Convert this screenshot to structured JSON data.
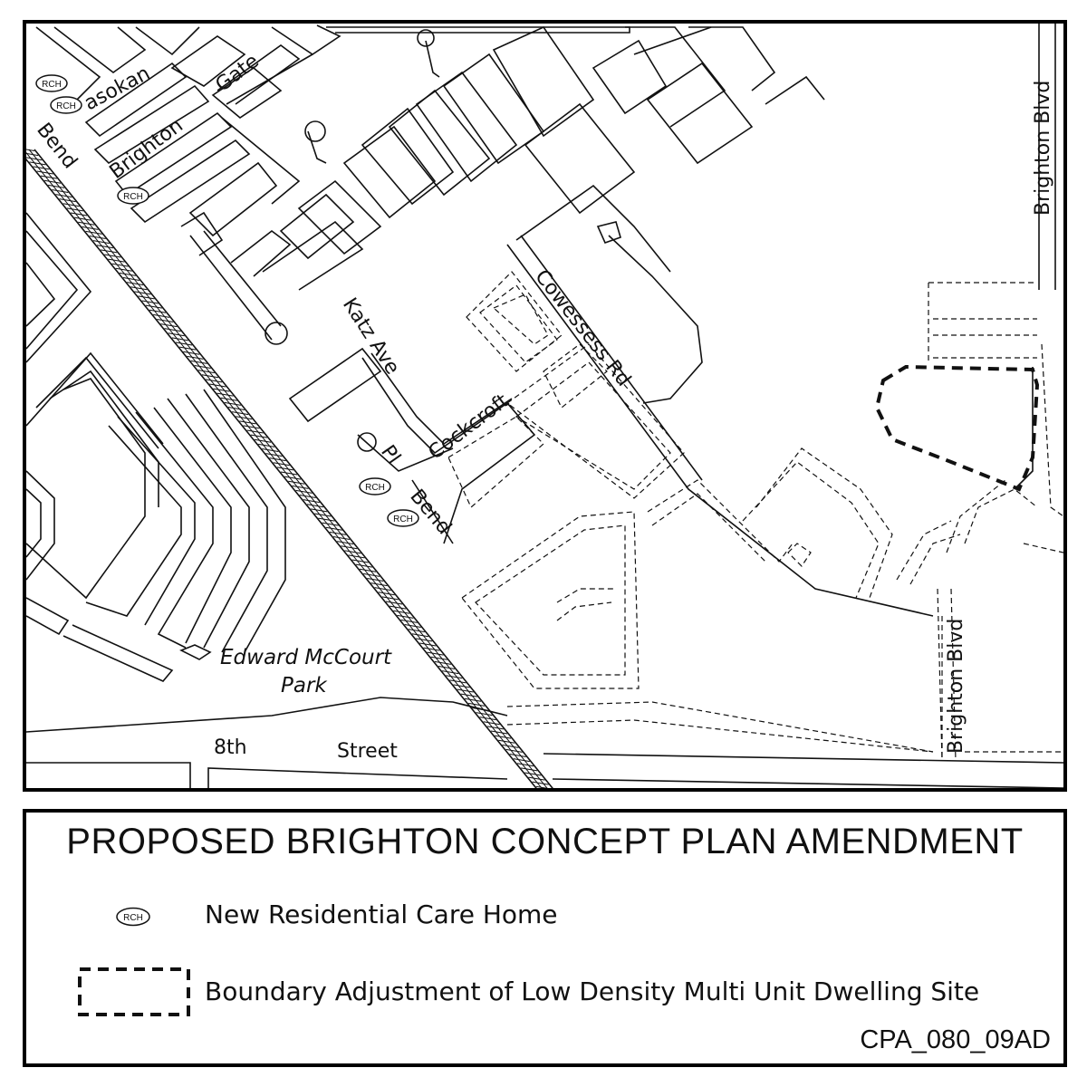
{
  "map": {
    "street_labels": {
      "asokan": "asokan",
      "gate": "Gate",
      "bend_top": "Bend",
      "brighton_top": "Brighton",
      "katz_ave": "Katz Ave",
      "cowessess_rd": "Cowessess Rd",
      "cockcroft": "Cockcroft",
      "pl": "Pl",
      "bend_lower": "Bend",
      "brighton_blvd_upper": "Brighton Blvd",
      "brighton_blvd_lower": "Brighton Blvd",
      "edward_mccourt": "Edward McCourt",
      "park": "Park",
      "eighth": "8th",
      "street": "Street"
    },
    "marker_text": "RCH"
  },
  "legend": {
    "title": "PROPOSED BRIGHTON CONCEPT PLAN AMENDMENT",
    "rch_marker_text": "RCH",
    "rch_label": "New Residential Care Home",
    "boundary_label": "Boundary Adjustment of Low Density Multi Unit Dwelling Site",
    "code": "CPA_080_09AD"
  },
  "colors": {
    "line": "#111111",
    "background": "#ffffff"
  }
}
